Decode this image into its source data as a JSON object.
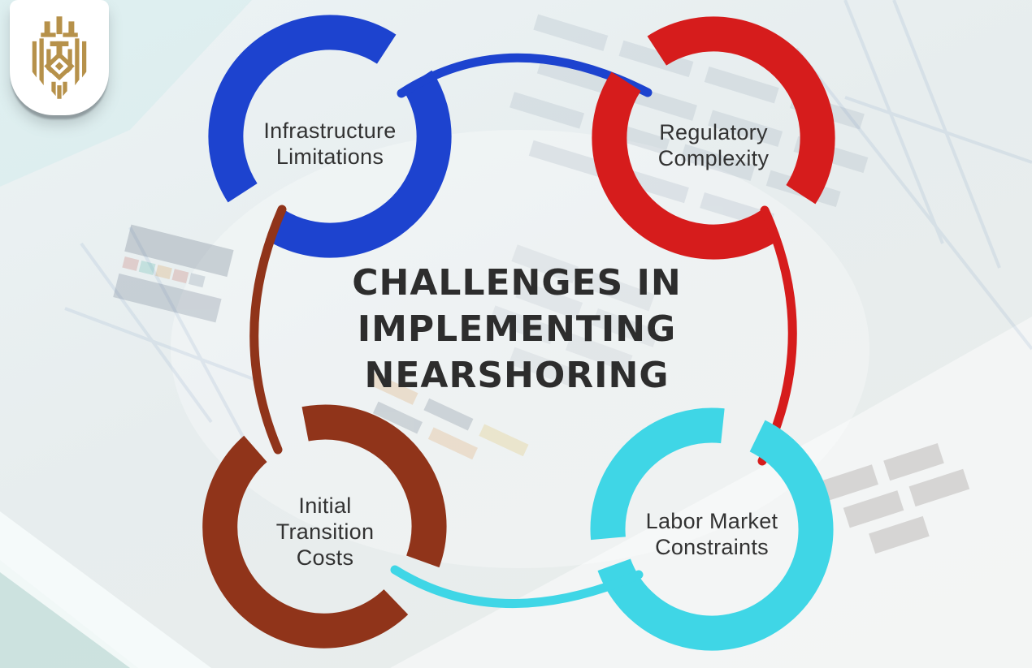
{
  "brand": {
    "emblem_icon": "gold-lion-crest",
    "gold_color": "#b6914a",
    "badge_bg": "#ffffff"
  },
  "title": {
    "lines": [
      "CHALLENGES IN",
      "IMPLEMENTING",
      "NEARSHORING"
    ],
    "color": "#2d2d2d"
  },
  "challenges": [
    {
      "id": "infrastructure-limitations",
      "lines": [
        "Infrastructure",
        "Limitations"
      ],
      "color": "#1d43cf",
      "position": "top-left"
    },
    {
      "id": "regulatory-complexity",
      "lines": [
        "Regulatory",
        "Complexity"
      ],
      "color": "#d61c1c",
      "position": "top-right"
    },
    {
      "id": "initial-transition-costs",
      "lines": [
        "Initial",
        "Transition",
        "Costs"
      ],
      "color": "#90341a",
      "position": "bottom-left"
    },
    {
      "id": "labor-market-constraints",
      "lines": [
        "Labor Market",
        "Constraints"
      ],
      "color": "#3fd6e6",
      "position": "bottom-right"
    }
  ],
  "background": {
    "scene": "faded aerial photo of a container port",
    "base_color": "#e9eeee",
    "water_color": "#c9e4e4"
  }
}
